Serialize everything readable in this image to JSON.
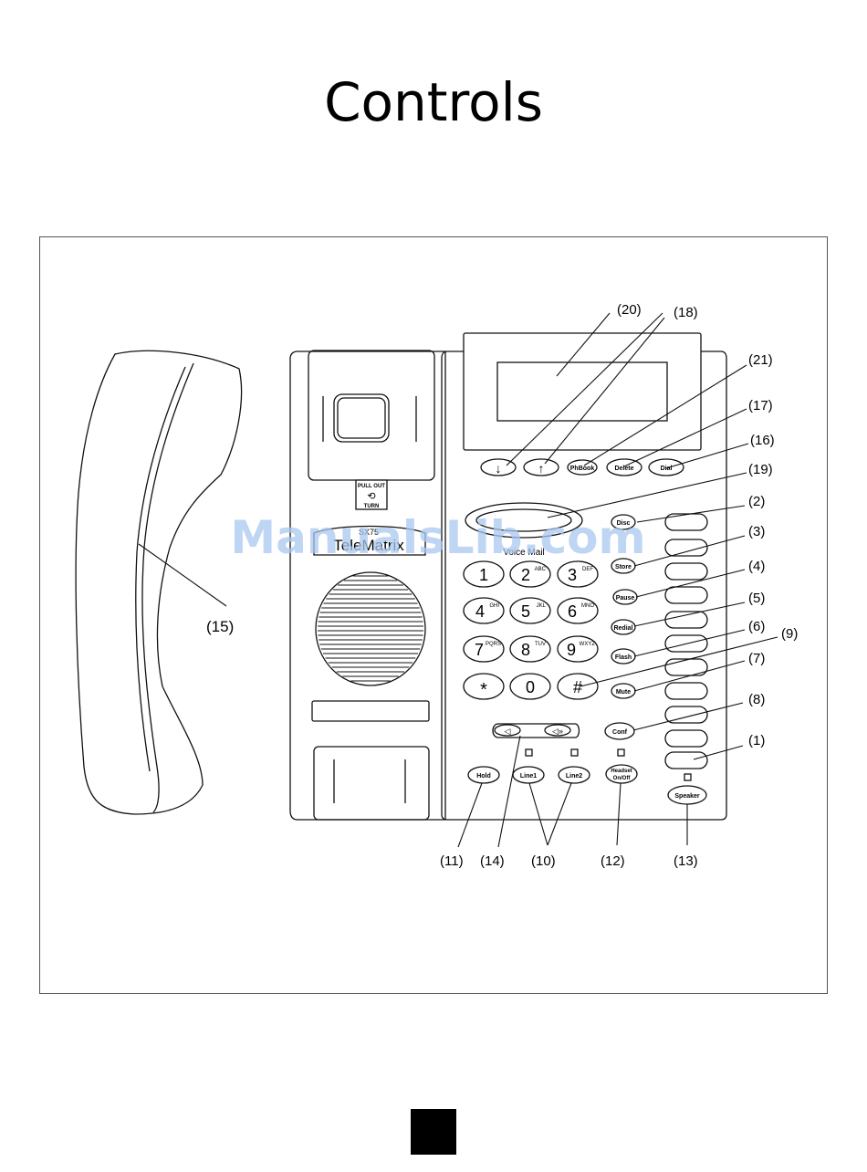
{
  "title": "Controls",
  "watermark": "ManualsLib.com",
  "phone": {
    "brand_model": "SX75",
    "brand_name": "TeleMatrix",
    "voice_mail_label": "Voice Mail",
    "pull_out_label": "PULL OUT",
    "turn_label": "TURN"
  },
  "buttons": {
    "phbook": "PhBook",
    "delete": "Delete",
    "dial": "Dial",
    "disc": "Disc",
    "store": "Store",
    "pause": "Pause",
    "redial": "Redial",
    "flash": "Flash",
    "mute": "Mute",
    "conf": "Conf",
    "hold": "Hold",
    "line1": "Line1",
    "line2": "Line2",
    "headset_line1": "Headset",
    "headset_line2": "On/Off",
    "speaker": "Speaker"
  },
  "keypad": [
    {
      "digit": "1",
      "letters": ""
    },
    {
      "digit": "2",
      "letters": "ABC"
    },
    {
      "digit": "3",
      "letters": "DEF"
    },
    {
      "digit": "4",
      "letters": "GHI"
    },
    {
      "digit": "5",
      "letters": "JKL"
    },
    {
      "digit": "6",
      "letters": "MNO"
    },
    {
      "digit": "7",
      "letters": "PQRS"
    },
    {
      "digit": "8",
      "letters": "TUV"
    },
    {
      "digit": "9",
      "letters": "WXYZ"
    },
    {
      "digit": "*",
      "letters": ""
    },
    {
      "digit": "0",
      "letters": ""
    },
    {
      "digit": "#",
      "letters": ""
    }
  ],
  "callouts": {
    "c1": "(1)",
    "c2": "(2)",
    "c3": "(3)",
    "c4": "(4)",
    "c5": "(5)",
    "c6": "(6)",
    "c7": "(7)",
    "c8": "(8)",
    "c9": "(9)",
    "c10": "(10)",
    "c11": "(11)",
    "c12": "(12)",
    "c13": "(13)",
    "c14": "(14)",
    "c15": "(15)",
    "c16": "(16)",
    "c17": "(17)",
    "c18": "(18)",
    "c19": "(19)",
    "c20": "(20)",
    "c21": "(21)"
  }
}
